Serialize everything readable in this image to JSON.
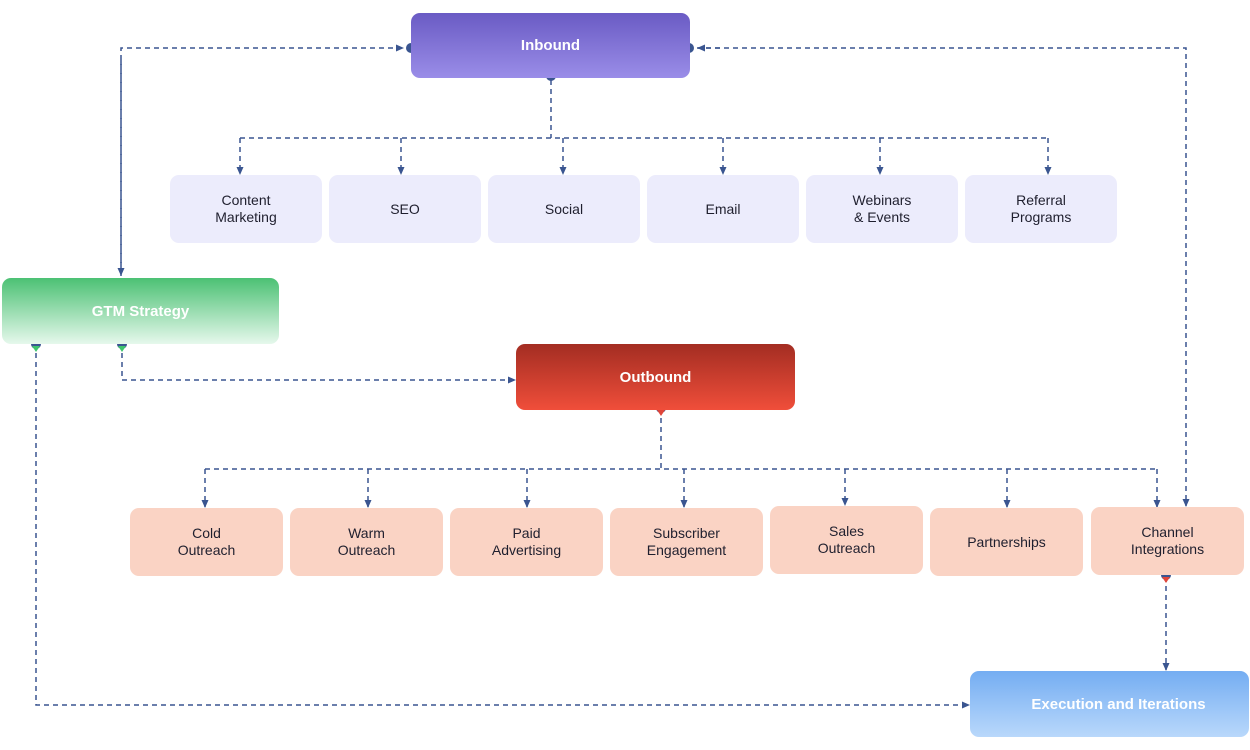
{
  "nodes": {
    "inbound": "Inbound",
    "outbound": "Outbound",
    "gtm_strategy": "GTM Strategy",
    "execution": "Execution and Iterations"
  },
  "inbound_channels": [
    "Content\nMarketing",
    "SEO",
    "Social",
    "Email",
    "Webinars\n& Events",
    "Referral\nPrograms"
  ],
  "outbound_channels": [
    "Cold\nOutreach",
    "Warm\nOutreach",
    "Paid\nAdvertising",
    "Subscriber\nEngagement",
    "Sales\nOutreach",
    "Partnerships",
    "Channel\nIntegrations"
  ],
  "colors": {
    "connector": "#3a5590",
    "inbound": "#7b6dd6",
    "outbound": "#d73c2c",
    "gtm": "#4cc174",
    "execution": "#7fb4f4",
    "inbound_child": "#ececfc",
    "outbound_child": "#fad3c4"
  }
}
